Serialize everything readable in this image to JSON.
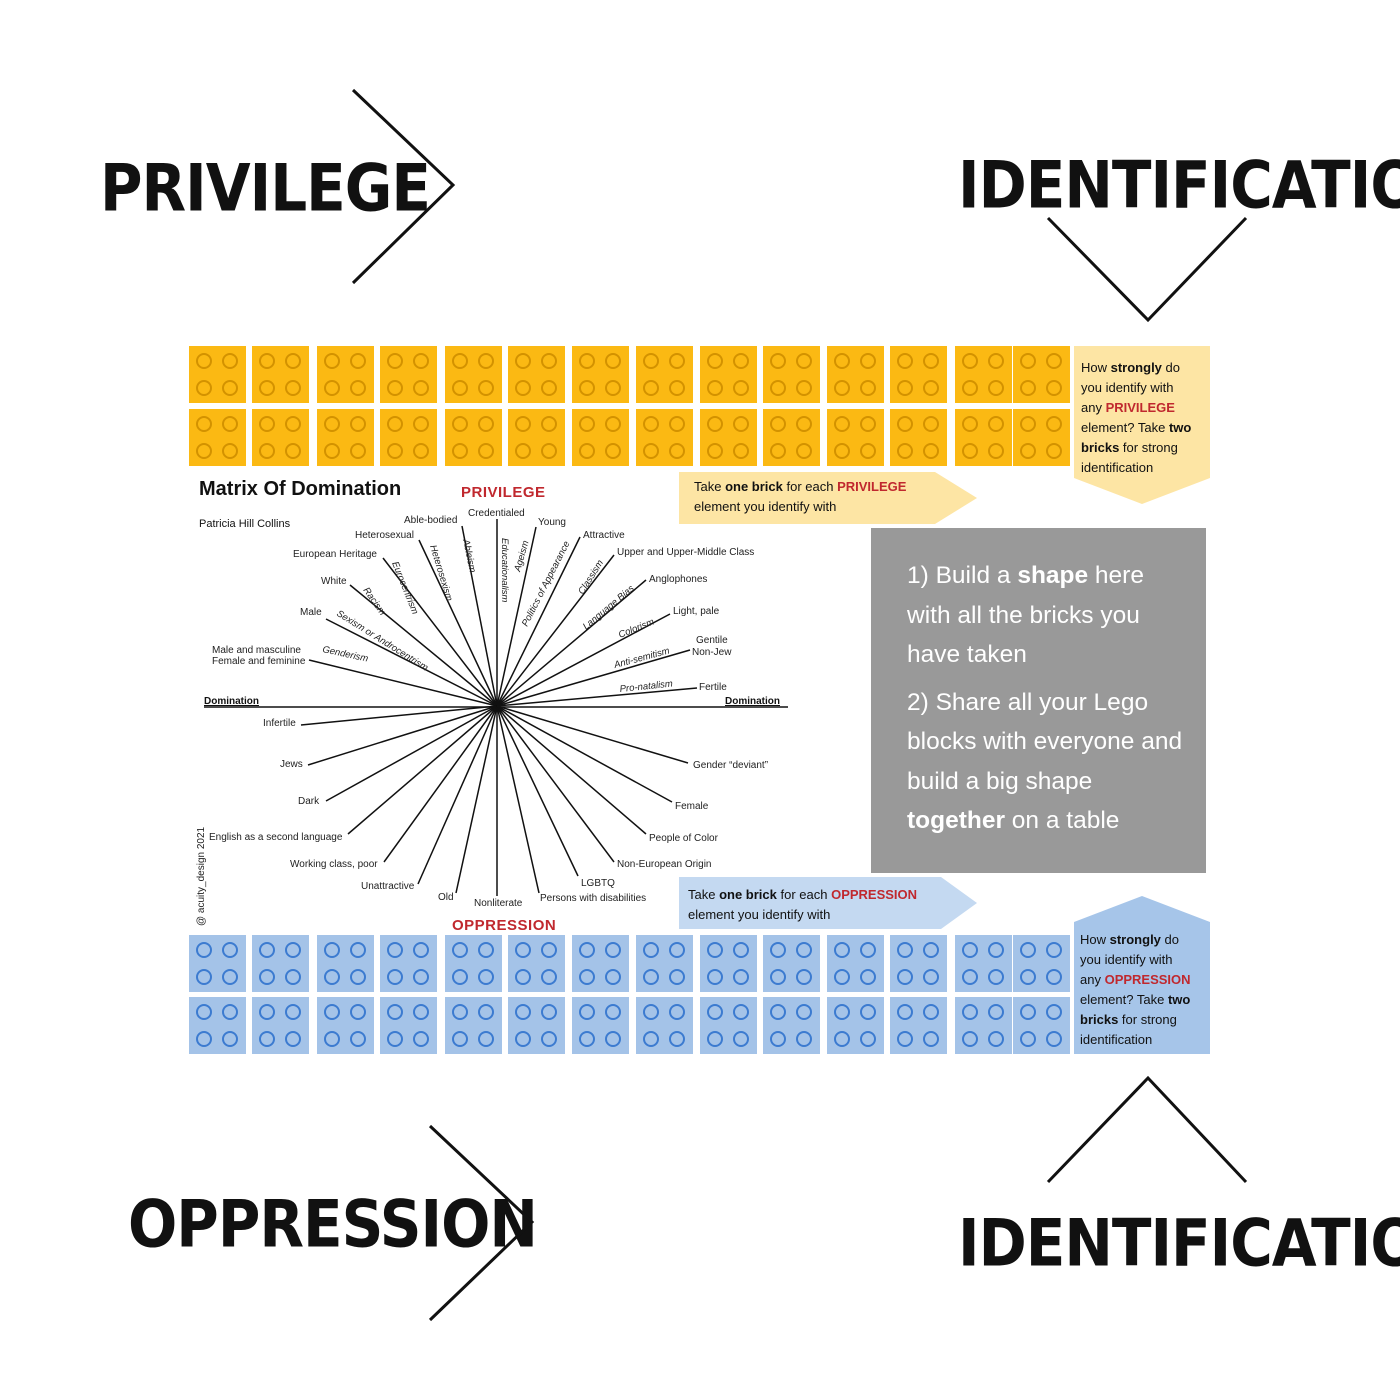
{
  "headings": {
    "privilege": "PRIVILEGE",
    "identification_top": "IDENTIFICATION",
    "oppression": "OPPRESSION",
    "identification_bottom": "IDENTIFICATION"
  },
  "colors": {
    "privilege_brick": "#fbb913",
    "privilege_stud": "#d39200",
    "oppression_brick": "#a4c3e8",
    "oppression_stud": "#3c7bd0",
    "privilege_callout": "#fde5a4",
    "oppression_callout": "#a6c5e9",
    "accent_red": "#c0282e",
    "instruction_box": "#999999"
  },
  "privilege_callout": {
    "line1_a": "How ",
    "line1_b": "strongly",
    "line1_c": " do",
    "line2": "you identify with",
    "line3_a": "any ",
    "line3_b": "PRIVILEGE",
    "line4_a": "element? Take ",
    "line4_b": "two",
    "line5_a": "bricks",
    "line5_b": " for strong",
    "line6": "identification"
  },
  "oppression_callout": {
    "line1_a": "How ",
    "line1_b": "strongly",
    "line1_c": " do",
    "line2": "you identify with",
    "line3_a": "any ",
    "line3_b": "OPPRESSION",
    "line4_a": "element? Take ",
    "line4_b": "two",
    "line5_a": "bricks",
    "line5_b": " for strong",
    "line6": "identification"
  },
  "privilege_arrow": {
    "a": "Take ",
    "b": "one brick",
    "c": " for each ",
    "d": "PRIVILEGE",
    "line2": "element you identify with"
  },
  "oppression_arrow": {
    "a": "Take ",
    "b": "one brick",
    "c": " for each ",
    "d": "OPPRESSION",
    "line2": "element you identify with"
  },
  "instructions": {
    "step1_a": "1) Build a ",
    "step1_b": "shape",
    "step1_c": " here with all the bricks you have taken",
    "step2_a": "2) Share all your Lego blocks with everyone and build a big shape ",
    "step2_b": "together",
    "step2_c": " on a table"
  },
  "matrix": {
    "title": "Matrix Of Domination",
    "author": "Patricia Hill Collins",
    "privilege_label": "PRIVILEGE",
    "oppression_label": "OPPRESSION",
    "domination_left": "Domination",
    "domination_right": "Domination",
    "credit": "@ acuity_design 2021",
    "top_labels": [
      "Male and masculine",
      "Female and feminine",
      "Male",
      "White",
      "European Heritage",
      "Heterosexual",
      "Able-bodied",
      "Credentialed",
      "Young",
      "Attractive",
      "Upper and Upper-Middle Class",
      "Anglophones",
      "Light, pale",
      "Gentile",
      "Non-Jew",
      "Fertile"
    ],
    "isms": [
      "Genderism",
      "Sexism or Androcentrism",
      "Racism",
      "Eurocentrism",
      "Heterosexism",
      "Ableism",
      "Educationalism",
      "Ageism",
      "Politics of Appearance",
      "Classism",
      "Language Bias",
      "Colorism",
      "Anti-semitism",
      "Pro-natalism"
    ],
    "bottom_labels": [
      "Infertile",
      "Jews",
      "Dark",
      "English as a second language",
      "Working class, poor",
      "Unattractive",
      "Old",
      "Nonliterate",
      "Persons with disabilities",
      "LGBTQ",
      "Non-European Origin",
      "People of Color",
      "Female",
      "Gender “deviant”"
    ]
  }
}
